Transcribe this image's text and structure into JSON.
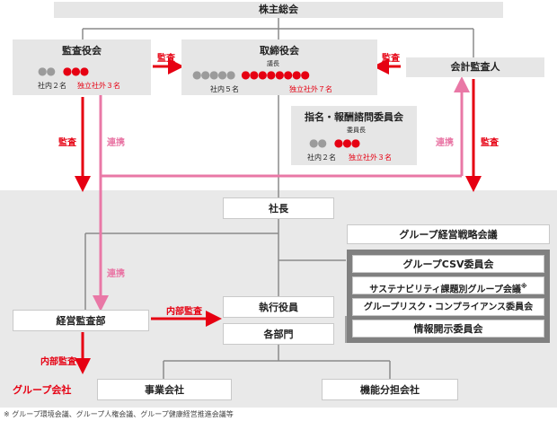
{
  "shareholders": {
    "label": "株主総会"
  },
  "board_auditors": {
    "label": "監査役会",
    "internal": "社内２名",
    "external": "独立社外３名"
  },
  "board_directors": {
    "label": "取締役会",
    "chair": "議長",
    "internal": "社内５名",
    "external": "独立社外７名"
  },
  "accounting_auditor": {
    "label": "会計監査人"
  },
  "nomination_committee": {
    "label": "指名・報酬諮問委員会",
    "chair": "委員長",
    "internal": "社内２名",
    "external": "独立社外３名"
  },
  "arrows": {
    "audit": "監査",
    "cooperation": "連携",
    "internal_audit": "内部監査"
  },
  "president": {
    "label": "社長"
  },
  "strategy_council": {
    "label": "グループ経営戦略会議"
  },
  "committees": [
    {
      "label": "グループCSV委員会"
    },
    {
      "label": "サステナビリティ課題別グループ会議",
      "note": "※"
    },
    {
      "label": "グループリスク・コンプライアンス委員会"
    },
    {
      "label": "情報開示委員会"
    }
  ],
  "audit_dept": {
    "label": "経営監査部"
  },
  "executives": {
    "label": "執行役員"
  },
  "departments": {
    "label": "各部門"
  },
  "group_companies": {
    "label": "グループ会社"
  },
  "operating_companies": {
    "label": "事業会社"
  },
  "function_companies": {
    "label": "機能分担会社"
  },
  "footnote": "※ グループ環境会議、グループ人権会議、グループ健康経営推進会議等",
  "colors": {
    "red": "#e60012",
    "pink": "#e978a6",
    "grey": "#e6e6e6",
    "icon_grey": "#9b9b9b"
  }
}
